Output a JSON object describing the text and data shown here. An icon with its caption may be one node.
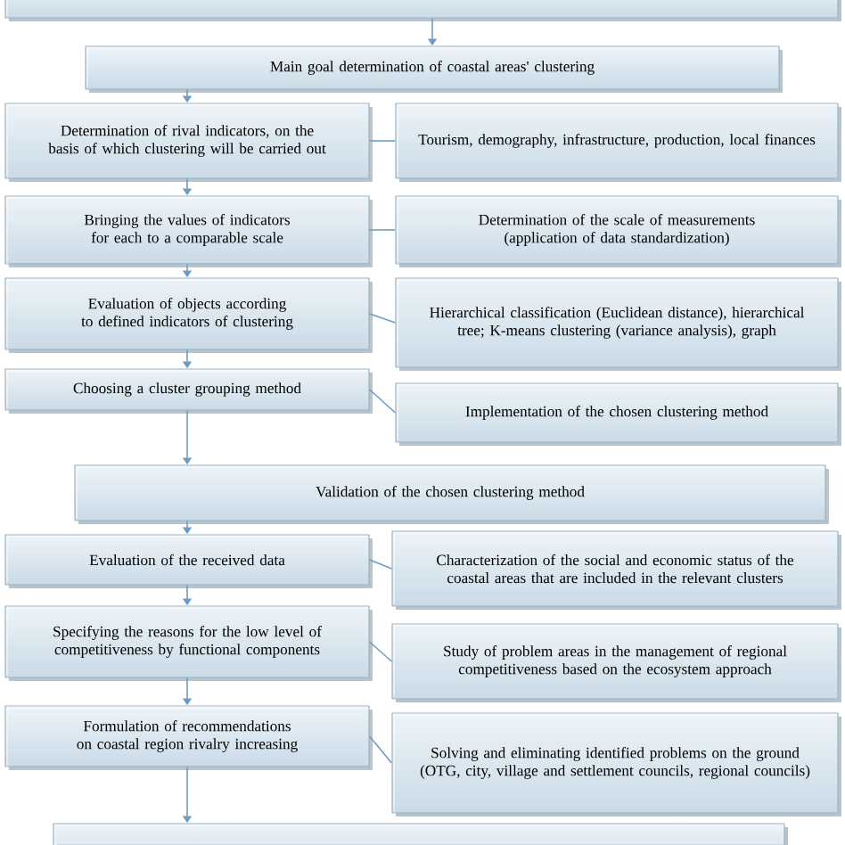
{
  "diagram": {
    "nodes": [
      {
        "text": [],
        "shape": "box"
      },
      {
        "text": [
          "Main goal determination of coastal areas' clustering"
        ]
      },
      {
        "text": [
          "Determination of rival indicators, on the basis of which clustering will be carried out"
        ]
      },
      {
        "text": [
          "Tourism, demography, infrastructure, production, local finances"
        ]
      },
      {
        "text": [
          "Bringing the values of indicators for each to a comparable scale"
        ]
      },
      {
        "text": [
          "Determination of the scale of measurements (application of data standardization)"
        ]
      },
      {
        "text": [
          "Evaluation of objects according to defined indicators of clustering"
        ]
      },
      {
        "text": [
          "Hierarchical classification (Euclidean distance), hierarchical tree; K-means clustering (variance analysis), graph"
        ]
      },
      {
        "text": [
          "Choosing a cluster grouping method"
        ]
      },
      {
        "text": [
          "Implementation of the chosen clustering method"
        ]
      },
      {
        "text": [
          "Validation of the chosen clustering method"
        ]
      },
      {
        "text": [
          "Evaluation of the received data"
        ]
      },
      {
        "text": [
          "Characterization of the social and economic status of the coastal areas that are included in the relevant clusters"
        ]
      },
      {
        "text": [
          "Specifying the reasons for the low level of competitiveness by functional components"
        ]
      },
      {
        "text": [
          "Study of problem areas in the management of regional competitiveness based on the ecosystem approach"
        ]
      },
      {
        "text": [
          "Formulation of recommendations on coastal region rivalry increasing"
        ]
      },
      {
        "text": [
          "Solving and eliminating identified problems on the ground (OTG, city, village and settlement councils, regional councils)"
        ]
      },
      {
        "text": [],
        "shape": "box"
      }
    ],
    "edges": [
      {
        "from": 0,
        "to": 1,
        "arrow": "to"
      },
      {
        "from": 1,
        "to": 2,
        "arrow": "to"
      },
      {
        "from": 2,
        "to": 3,
        "arrow": "none"
      },
      {
        "from": 2,
        "to": 4,
        "arrow": "to"
      },
      {
        "from": 4,
        "to": 5,
        "arrow": "none"
      },
      {
        "from": 4,
        "to": 6,
        "arrow": "to"
      },
      {
        "from": 6,
        "to": 7,
        "arrow": "none"
      },
      {
        "from": 6,
        "to": 8,
        "arrow": "to"
      },
      {
        "from": 8,
        "to": 9,
        "arrow": "none"
      },
      {
        "from": 8,
        "to": 10,
        "arrow": "to"
      },
      {
        "from": 10,
        "to": 11,
        "arrow": "to"
      },
      {
        "from": 11,
        "to": 12,
        "arrow": "none"
      },
      {
        "from": 11,
        "to": 13,
        "arrow": "to"
      },
      {
        "from": 13,
        "to": 14,
        "arrow": "none"
      },
      {
        "from": 13,
        "to": 15,
        "arrow": "to"
      },
      {
        "from": 15,
        "to": 16,
        "arrow": "none"
      },
      {
        "from": 15,
        "to": 17,
        "arrow": "to"
      }
    ]
  }
}
